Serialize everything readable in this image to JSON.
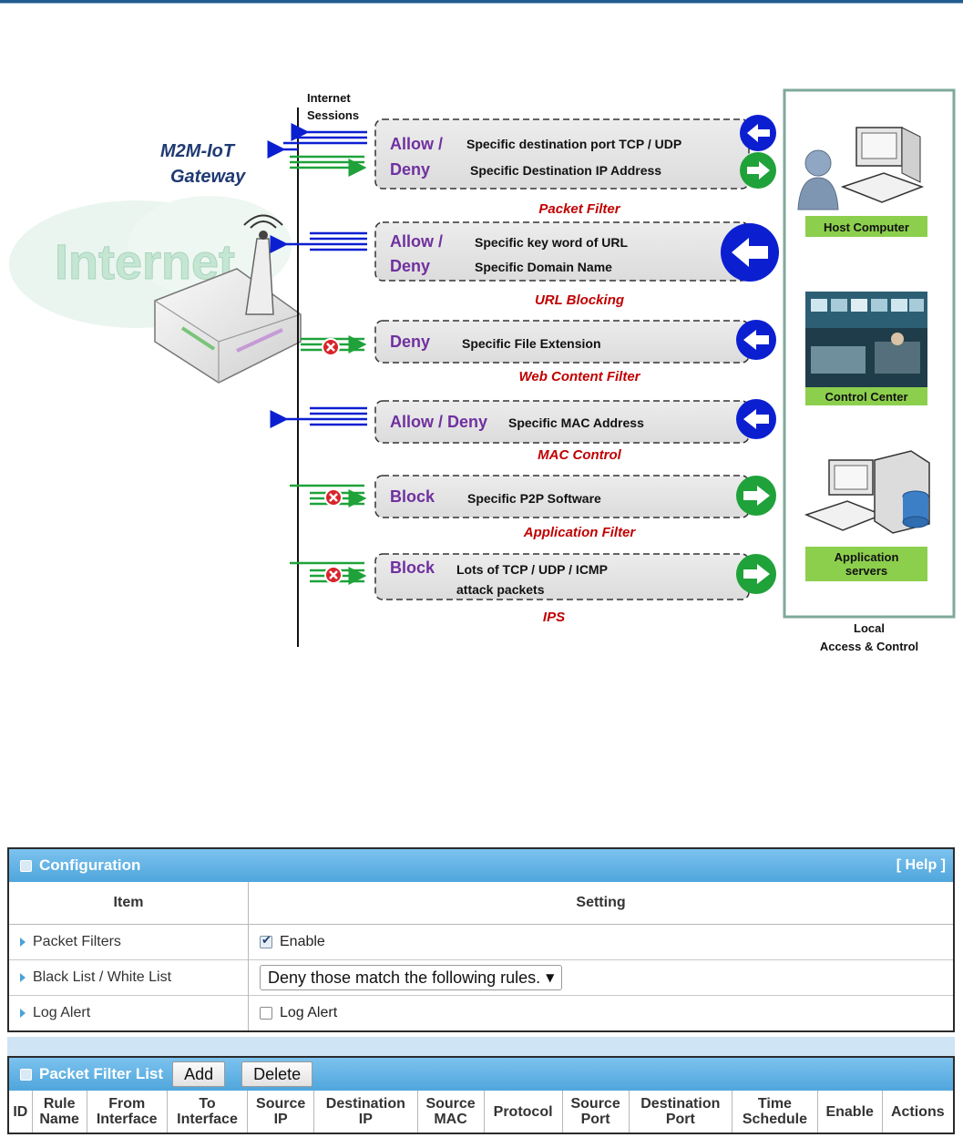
{
  "diagram": {
    "gateway_label": [
      "M2M-IoT",
      "Gateway"
    ],
    "internet_word": "Internet",
    "sessions_label": [
      "Internet",
      "Sessions"
    ],
    "rows": [
      {
        "action_1": "Allow /",
        "action_2": "Deny",
        "desc_1": "Specific destination port TCP / UDP",
        "desc_2": "Specific Destination  IP Address",
        "caption": "Packet Filter"
      },
      {
        "action_1": "Allow /",
        "action_2": "Deny",
        "desc_1": "Specific key word of URL",
        "desc_2": "Specific Domain  Name",
        "caption": "URL Blocking"
      },
      {
        "action_1": "Deny",
        "desc_1": "Specific File Extension",
        "caption": "Web Content Filter"
      },
      {
        "action_1": "Allow / Deny",
        "desc_1": "Specific MAC Address",
        "caption": "MAC Control"
      },
      {
        "action_1": "Block",
        "desc_1": "Specific P2P Software",
        "caption": "Application Filter"
      },
      {
        "action_1": "Block",
        "desc_1": "Lots of TCP / UDP / ICMP",
        "desc_2": "attack packets",
        "caption": "IPS"
      }
    ],
    "local_labels": {
      "host": "Host Computer",
      "control": "Control Center",
      "app": [
        "Application",
        "servers"
      ],
      "footer": [
        "Local",
        "Access & Control"
      ]
    },
    "colors": {
      "caption": "#c00000",
      "action": "#7030a0",
      "blue_arrow": "#0b1fd1",
      "green_arrow": "#1fa23a",
      "label_bg": "#8ccf4d",
      "local_border": "#7fa89b"
    }
  },
  "config": {
    "title": "Configuration",
    "help": "[ Help ]",
    "col_item": "Item",
    "col_setting": "Setting",
    "rows": [
      {
        "label": "Packet Filters",
        "checkbox_label": "Enable",
        "checked": true
      },
      {
        "label": "Black List / White List",
        "select_value": "Deny those match the following rules."
      },
      {
        "label": "Log Alert",
        "checkbox_label": "Log Alert",
        "checked": false
      }
    ]
  },
  "filter_list": {
    "title": "Packet Filter List",
    "add_label": "Add",
    "delete_label": "Delete",
    "columns": [
      [
        "ID"
      ],
      [
        "Rule",
        "Name"
      ],
      [
        "From",
        "Interface"
      ],
      [
        "To",
        "Interface"
      ],
      [
        "Source",
        "IP"
      ],
      [
        "Destination",
        "IP"
      ],
      [
        "Source",
        "MAC"
      ],
      [
        "Protocol"
      ],
      [
        "Source",
        "Port"
      ],
      [
        "Destination",
        "Port"
      ],
      [
        "Time",
        "Schedule"
      ],
      [
        "Enable"
      ],
      [
        "Actions"
      ]
    ]
  }
}
